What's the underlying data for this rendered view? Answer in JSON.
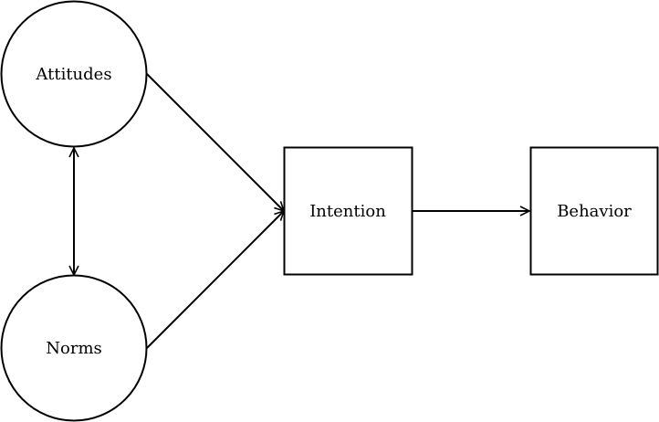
{
  "diagram": {
    "nodes": {
      "attitudes": {
        "label": "Attitudes",
        "shape": "circle"
      },
      "norms": {
        "label": "Norms",
        "shape": "circle"
      },
      "intention": {
        "label": "Intention",
        "shape": "rectangle"
      },
      "behavior": {
        "label": "Behavior",
        "shape": "rectangle"
      }
    },
    "edges": [
      {
        "from": "attitudes",
        "to": "norms",
        "direction": "both"
      },
      {
        "from": "attitudes",
        "to": "intention",
        "direction": "forward"
      },
      {
        "from": "norms",
        "to": "intention",
        "direction": "forward"
      },
      {
        "from": "intention",
        "to": "behavior",
        "direction": "forward"
      }
    ],
    "colors": {
      "stroke": "#000000",
      "background": "#ffffff"
    }
  }
}
